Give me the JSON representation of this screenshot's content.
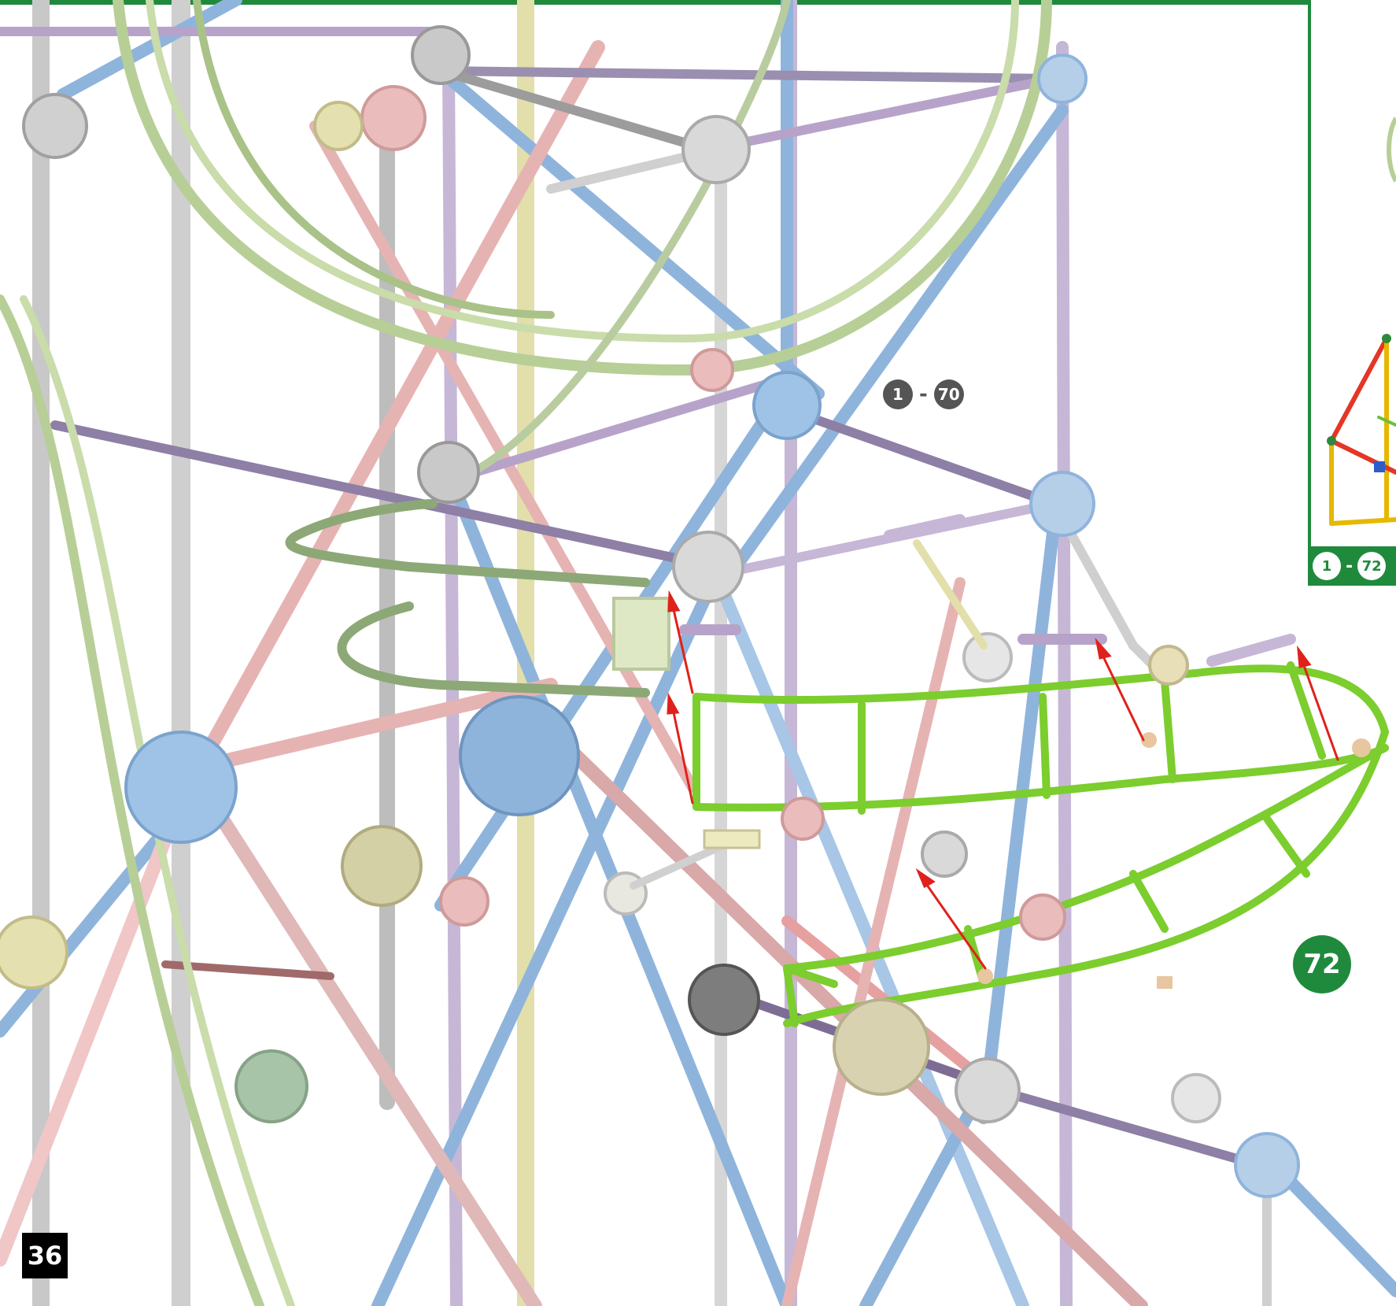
{
  "page_number": "36",
  "step_number": "72",
  "previous_range": {
    "from": "1",
    "to": "70"
  },
  "inset": {
    "from": "1",
    "to": "72"
  },
  "colors": {
    "accent_green": "#1f8a3c",
    "new_part_green": "#7ccd2e",
    "arrow_red": "#e0211b",
    "rod_blue": "#8fb4dc",
    "rod_purple": "#b7a3c9",
    "rod_pink": "#e6b3b3",
    "rod_grey": "#c8c8c8",
    "track_green": "#b7cf96"
  }
}
